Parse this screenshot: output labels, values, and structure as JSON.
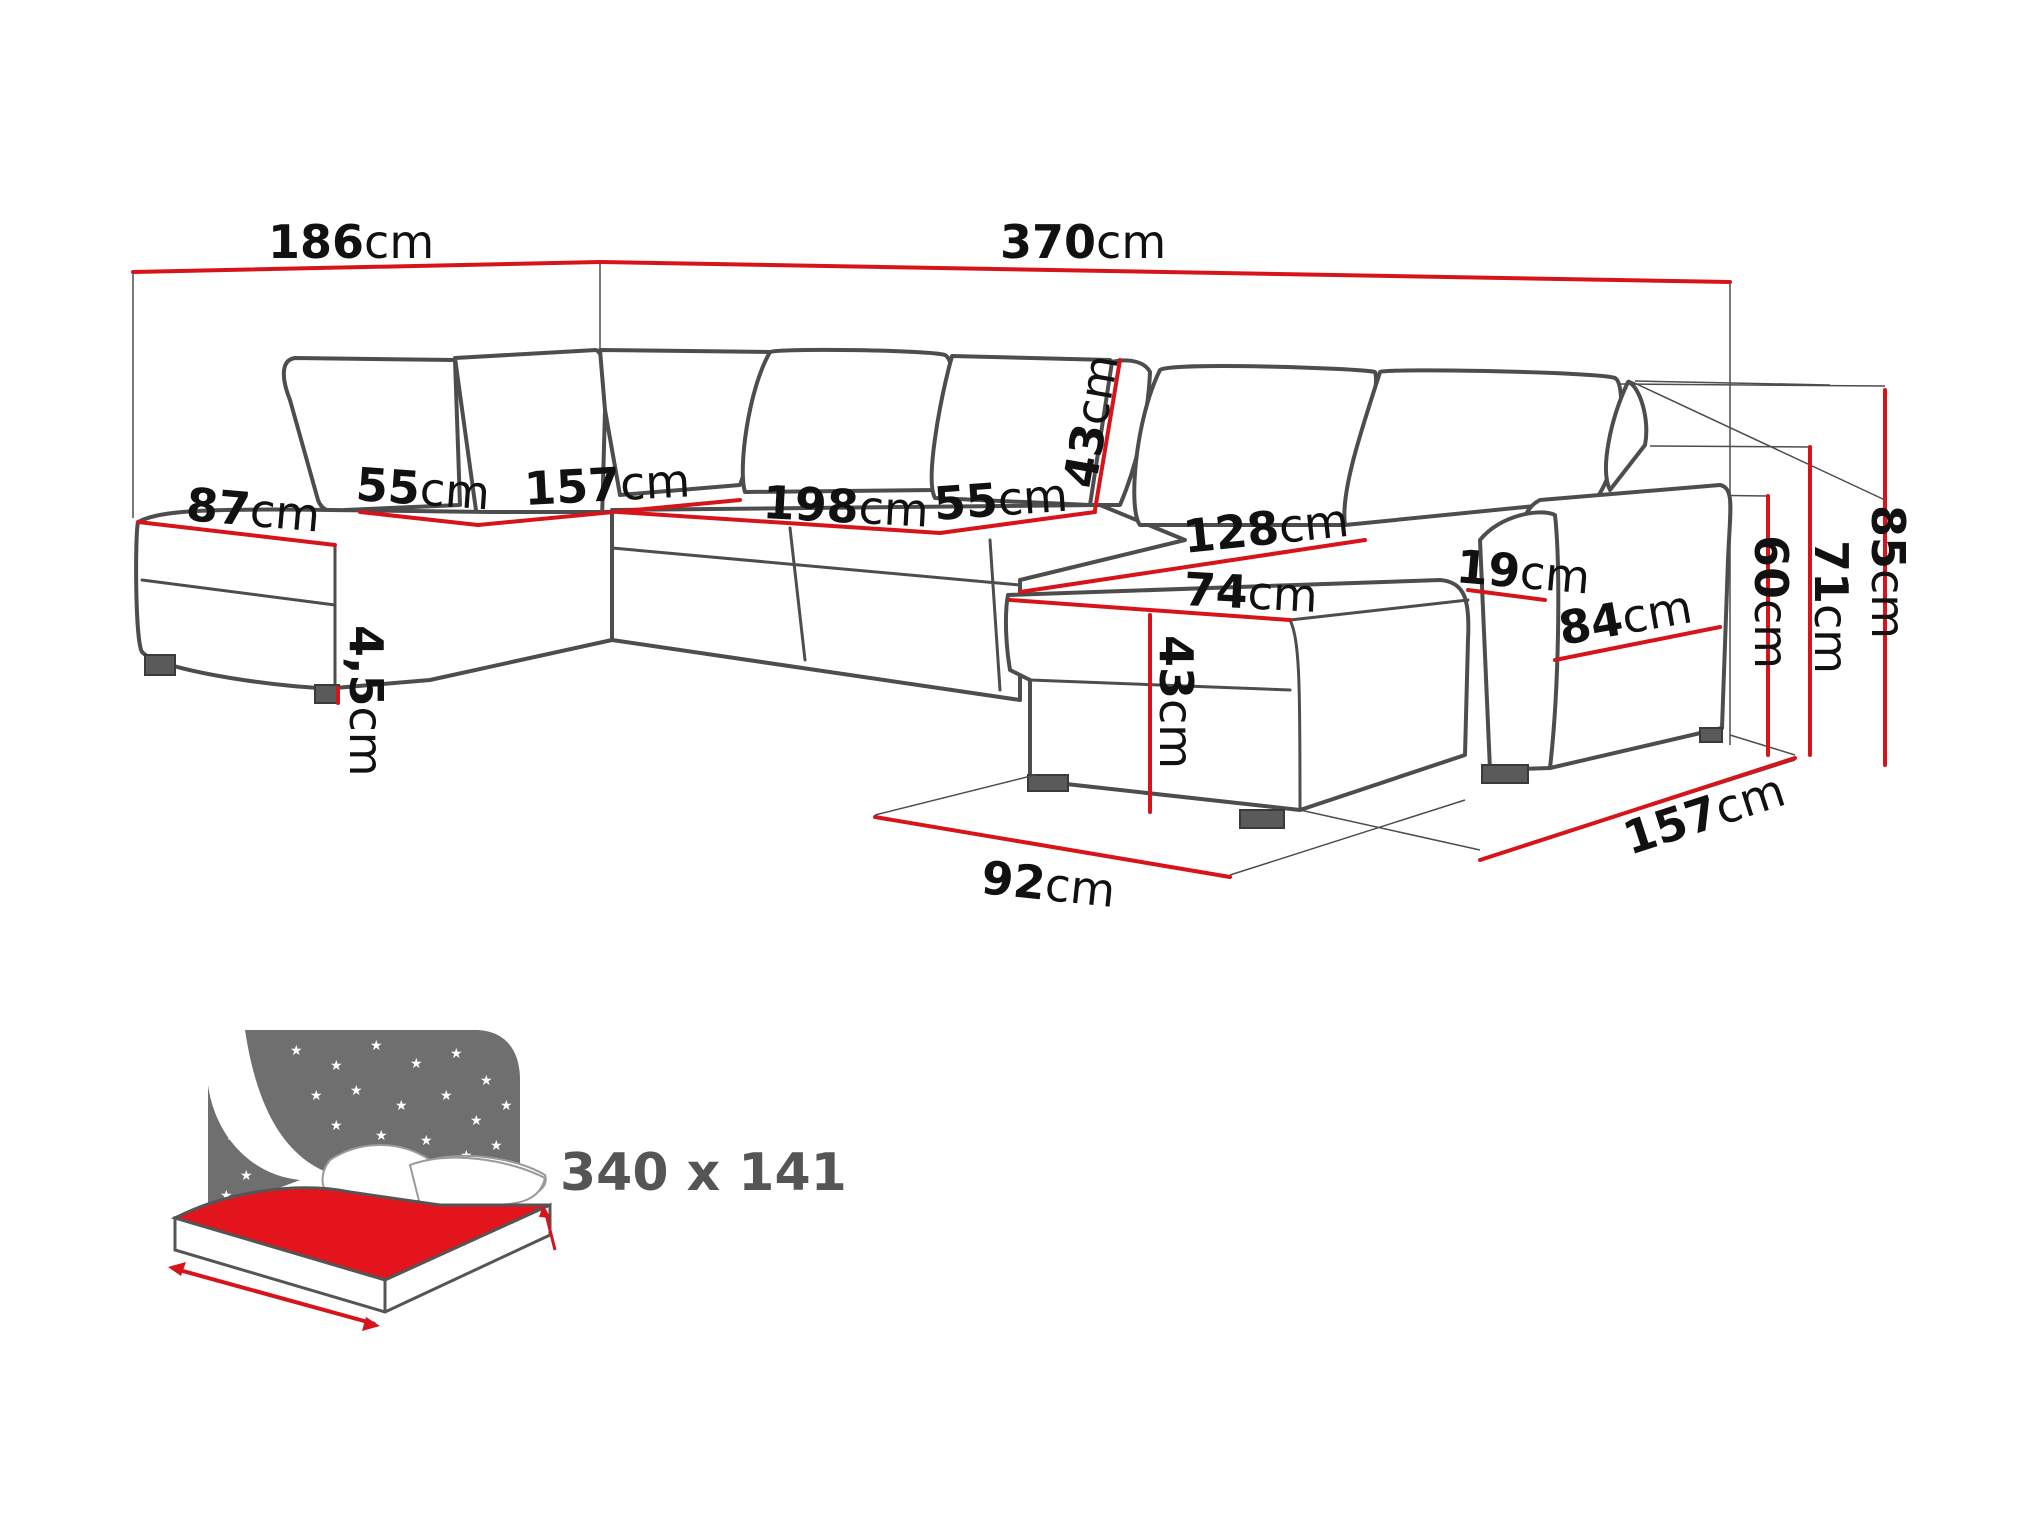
{
  "colors": {
    "dimension_line": "#d7141a",
    "outline": "#4d4d4d",
    "bed_surface": "#e3141b",
    "night_sky": "#6f6f6f",
    "text": "#111111"
  },
  "dimensions": {
    "d186": {
      "value": "186",
      "unit": "cm"
    },
    "d370": {
      "value": "370",
      "unit": "cm"
    },
    "d87": {
      "value": "87",
      "unit": "cm"
    },
    "d55a": {
      "value": "55",
      "unit": "cm"
    },
    "d157a": {
      "value": "157",
      "unit": "cm"
    },
    "d198": {
      "value": "198",
      "unit": "cm"
    },
    "d55b": {
      "value": "55",
      "unit": "cm"
    },
    "d43a": {
      "value": "43",
      "unit": "cm"
    },
    "d128": {
      "value": "128",
      "unit": "cm"
    },
    "d74": {
      "value": "74",
      "unit": "cm"
    },
    "d19": {
      "value": "19",
      "unit": "cm"
    },
    "d84": {
      "value": "84",
      "unit": "cm"
    },
    "d60": {
      "value": "60",
      "unit": "cm"
    },
    "d71": {
      "value": "71",
      "unit": "cm"
    },
    "d85": {
      "value": "85",
      "unit": "cm"
    },
    "d4_5": {
      "value": "4,5",
      "unit": "cm"
    },
    "d43b": {
      "value": "43",
      "unit": "cm"
    },
    "d92": {
      "value": "92",
      "unit": "cm"
    },
    "d157b": {
      "value": "157",
      "unit": "cm"
    }
  },
  "sleeping_area": {
    "label": "340 x 141"
  },
  "icons": [
    "sofa-outline",
    "bed-icon",
    "pillow-icon",
    "stars-icon",
    "width-arrow-icon",
    "depth-arrow-icon"
  ]
}
